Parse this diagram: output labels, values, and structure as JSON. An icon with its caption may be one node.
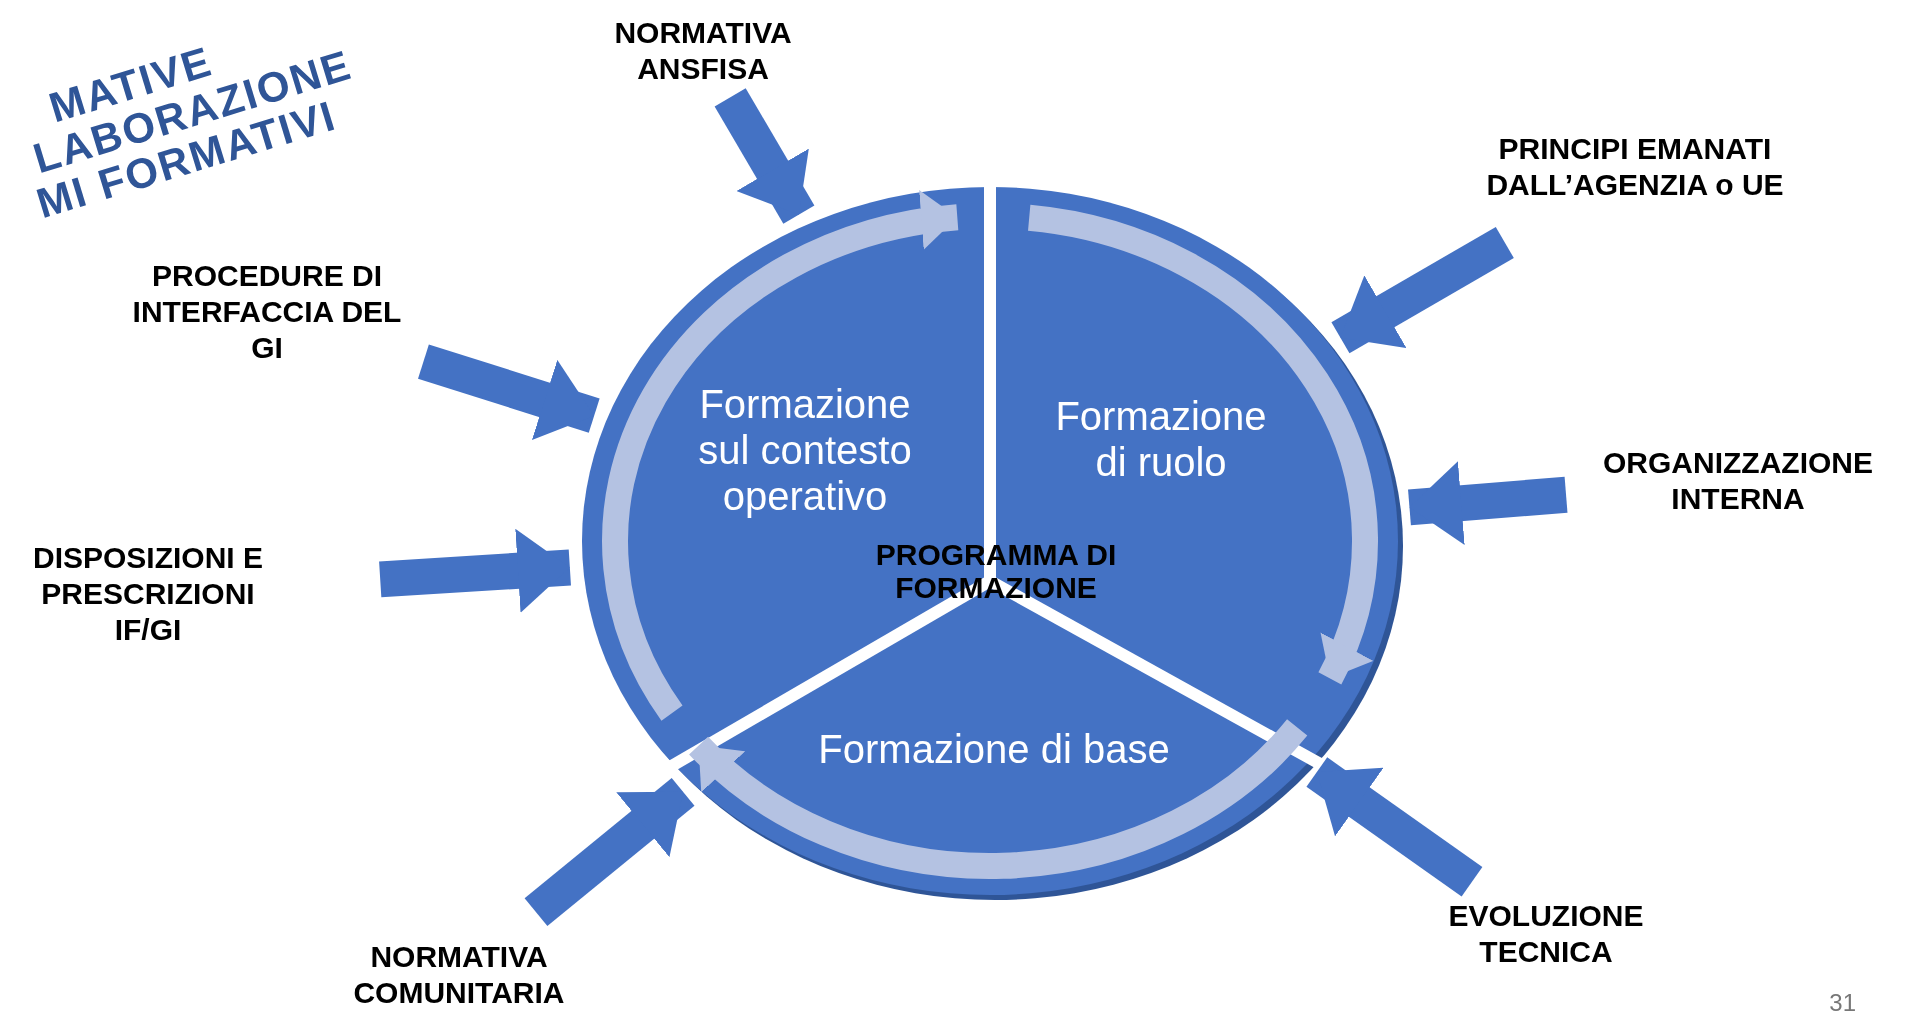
{
  "diagram": {
    "nodes": [
      {
        "text": [
          "NORMATIVA ANSFISA"
        ]
      },
      {
        "text": [
          "PRINCIPI EMANATI DALL’AGENZIA o UE"
        ]
      },
      {
        "text": [
          "PROCEDURE DI INTERFACCIA DEL GI"
        ]
      },
      {
        "text": [
          "ORGANIZZAZIONE INTERNA"
        ]
      },
      {
        "text": [
          "DISPOSIZIONI E PRESCRIZIONI IF/GI"
        ]
      },
      {
        "text": [
          "PROGRAMMA DI FORMAZIONE"
        ]
      },
      {
        "text": [
          "Formazione sul contesto operativo"
        ],
        "in": 5
      },
      {
        "text": [
          "Formazione di ruolo"
        ],
        "in": 5
      },
      {
        "text": [
          "Formazione di base"
        ],
        "in": 5
      },
      {
        "text": [
          "NORMATIVA COMUNITARIA"
        ]
      },
      {
        "text": [
          "EVOLUZIONE TECNICA"
        ]
      }
    ],
    "edges": [
      {
        "from": 0,
        "to": 5,
        "arrow": "to"
      },
      {
        "from": 1,
        "to": 5,
        "arrow": "to"
      },
      {
        "from": 2,
        "to": 5,
        "arrow": "to"
      },
      {
        "from": 3,
        "to": 5,
        "arrow": "to"
      },
      {
        "from": 4,
        "to": 5,
        "arrow": "to"
      },
      {
        "from": 9,
        "to": 5,
        "arrow": "to"
      },
      {
        "from": 10,
        "to": 5,
        "arrow": "to"
      }
    ],
    "labels": [
      "MATIVE",
      "LABORAZIONE",
      "MI FORMATIVI",
      "31"
    ]
  }
}
